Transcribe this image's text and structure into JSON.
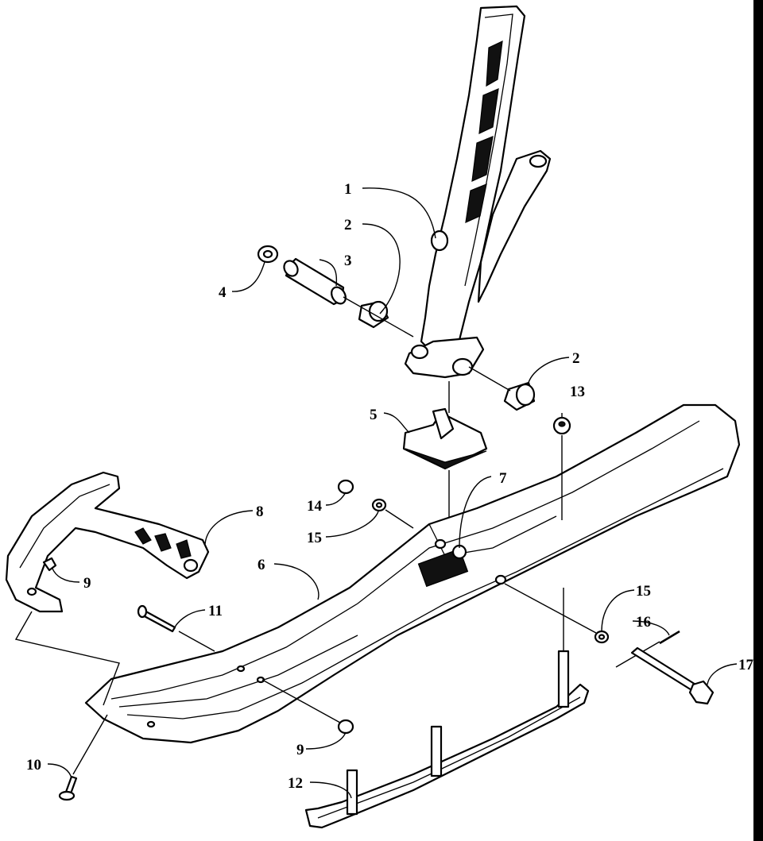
{
  "diagram": {
    "callouts": [
      {
        "id": "c1",
        "label": "1"
      },
      {
        "id": "c2a",
        "label": "2"
      },
      {
        "id": "c3",
        "label": "3"
      },
      {
        "id": "c4",
        "label": "4"
      },
      {
        "id": "c2b",
        "label": "2"
      },
      {
        "id": "c13",
        "label": "13"
      },
      {
        "id": "c5",
        "label": "5"
      },
      {
        "id": "c7",
        "label": "7"
      },
      {
        "id": "c14",
        "label": "14"
      },
      {
        "id": "c15a",
        "label": "15"
      },
      {
        "id": "c8",
        "label": "8"
      },
      {
        "id": "c6",
        "label": "6"
      },
      {
        "id": "c9a",
        "label": "9"
      },
      {
        "id": "c11",
        "label": "11"
      },
      {
        "id": "c15b",
        "label": "15"
      },
      {
        "id": "c16",
        "label": "16"
      },
      {
        "id": "c17",
        "label": "17"
      },
      {
        "id": "c9b",
        "label": "9"
      },
      {
        "id": "c10",
        "label": "10"
      },
      {
        "id": "c12",
        "label": "12"
      }
    ],
    "colors": {
      "line": "#000000",
      "background": "#ffffff",
      "shade": "#cfcfcf"
    }
  }
}
